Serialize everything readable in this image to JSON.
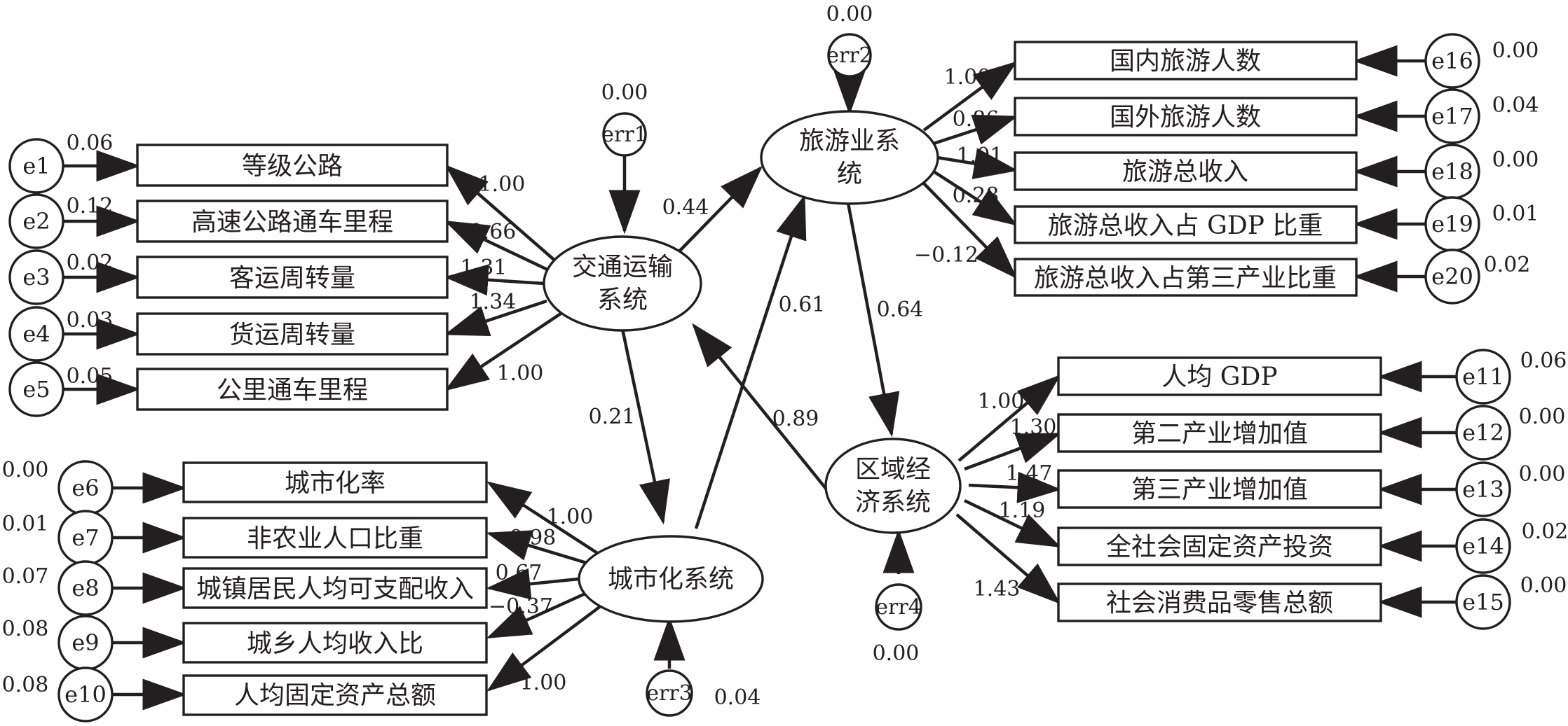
{
  "latents": {
    "transport": [
      "交通运输",
      "系统"
    ],
    "tourism": [
      "旅游业系",
      "统"
    ],
    "economy": [
      "区域经",
      "济系统"
    ],
    "urban": "城市化系统"
  },
  "transport_indicators": [
    {
      "label": "等级公路",
      "error": "e1",
      "error_var": "0.06",
      "loading": "1.00"
    },
    {
      "label": "高速公路通车里程",
      "error": "e2",
      "error_var": "0.12",
      "loading": "0.66"
    },
    {
      "label": "客运周转量",
      "error": "e3",
      "error_var": "0.02",
      "loading": "1.31"
    },
    {
      "label": "货运周转量",
      "error": "e4",
      "error_var": "0.03",
      "loading": "1.34"
    },
    {
      "label": "公里通车里程",
      "error": "e5",
      "error_var": "0.05",
      "loading": "1.00"
    }
  ],
  "urban_indicators": [
    {
      "label": "城市化率",
      "error": "e6",
      "error_var": "0.00",
      "loading": "1.00"
    },
    {
      "label": "非农业人口比重",
      "error": "e7",
      "error_var": "0.01",
      "loading": "0.98"
    },
    {
      "label": "城镇居民人均可支配收入",
      "error": "e8",
      "error_var": "0.07",
      "loading": "0.67"
    },
    {
      "label": "城乡人均收入比",
      "error": "e9",
      "error_var": "0.08",
      "loading": "−0.37"
    },
    {
      "label": "人均固定资产总额",
      "error": "e10",
      "error_var": "0.08",
      "loading": "1.00"
    }
  ],
  "tourism_indicators": [
    {
      "label": "国内旅游人数",
      "error": "e16",
      "error_var": "0.00",
      "loading": "1.00"
    },
    {
      "label": "国外旅游人数",
      "error": "e17",
      "error_var": "0.04",
      "loading": "0.86"
    },
    {
      "label": "旅游总收入",
      "error": "e18",
      "error_var": "0.00",
      "loading": "1.01"
    },
    {
      "label": "旅游总收入占 GDP 比重",
      "error": "e19",
      "error_var": "0.01",
      "loading": "0.28"
    },
    {
      "label": "旅游总收入占第三产业比重",
      "error": "e20",
      "error_var": "0.02",
      "loading": "−0.12"
    }
  ],
  "economy_indicators": [
    {
      "label": "人均 GDP",
      "error": "e11",
      "error_var": "0.06",
      "loading": "1.00"
    },
    {
      "label": "第二产业增加值",
      "error": "e12",
      "error_var": "0.00",
      "loading": "1.30"
    },
    {
      "label": "第三产业增加值",
      "error": "e13",
      "error_var": "0.00",
      "loading": "1.47"
    },
    {
      "label": "全社会固定资产投资",
      "error": "e14",
      "error_var": "0.02",
      "loading": "1.19"
    },
    {
      "label": "社会消费品零售总额",
      "error": "e15",
      "error_var": "0.00",
      "loading": "1.43"
    }
  ],
  "disturbances": [
    {
      "name": "err1",
      "var": "0.00"
    },
    {
      "name": "err2",
      "var": "0.00"
    },
    {
      "name": "err3",
      "var": "0.04"
    },
    {
      "name": "err4",
      "var": "0.00"
    }
  ],
  "paths": {
    "transport_to_tourism": "0.44",
    "transport_to_urban": "0.21",
    "urban_to_tourism": "0.61",
    "tourism_to_economy": "0.64",
    "economy_to_transport": "0.89"
  }
}
